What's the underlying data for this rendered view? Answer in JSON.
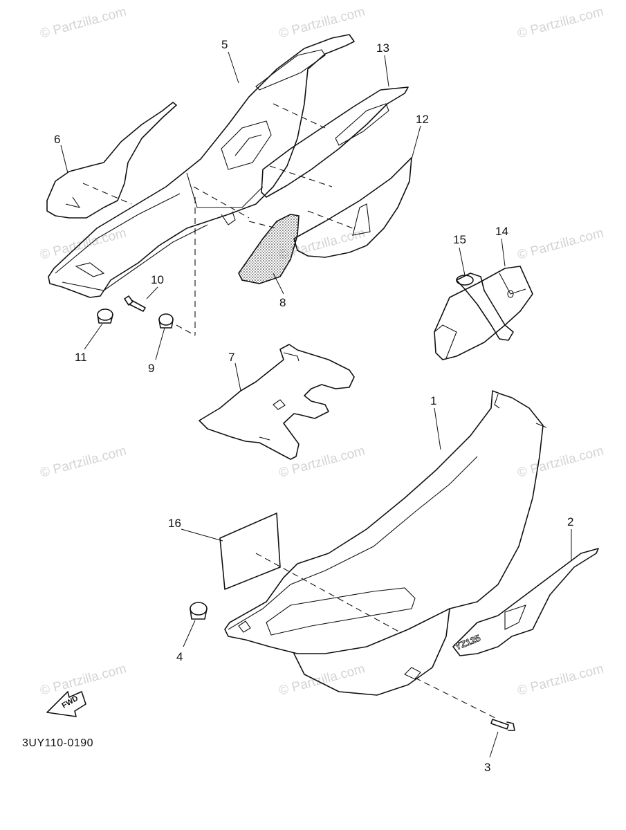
{
  "diagram": {
    "code": "3UY110-0190",
    "watermark": "© Partzilla.com",
    "fwd_label": "FWD",
    "decal_text": "YZ125",
    "callouts": {
      "p1": "1",
      "p2": "2",
      "p3": "3",
      "p4": "4",
      "p5": "5",
      "p6": "6",
      "p7": "7",
      "p8": "8",
      "p9": "9",
      "p10": "10",
      "p11": "11",
      "p12": "12",
      "p13": "13",
      "p14": "14",
      "p15": "15",
      "p16": "16"
    }
  }
}
